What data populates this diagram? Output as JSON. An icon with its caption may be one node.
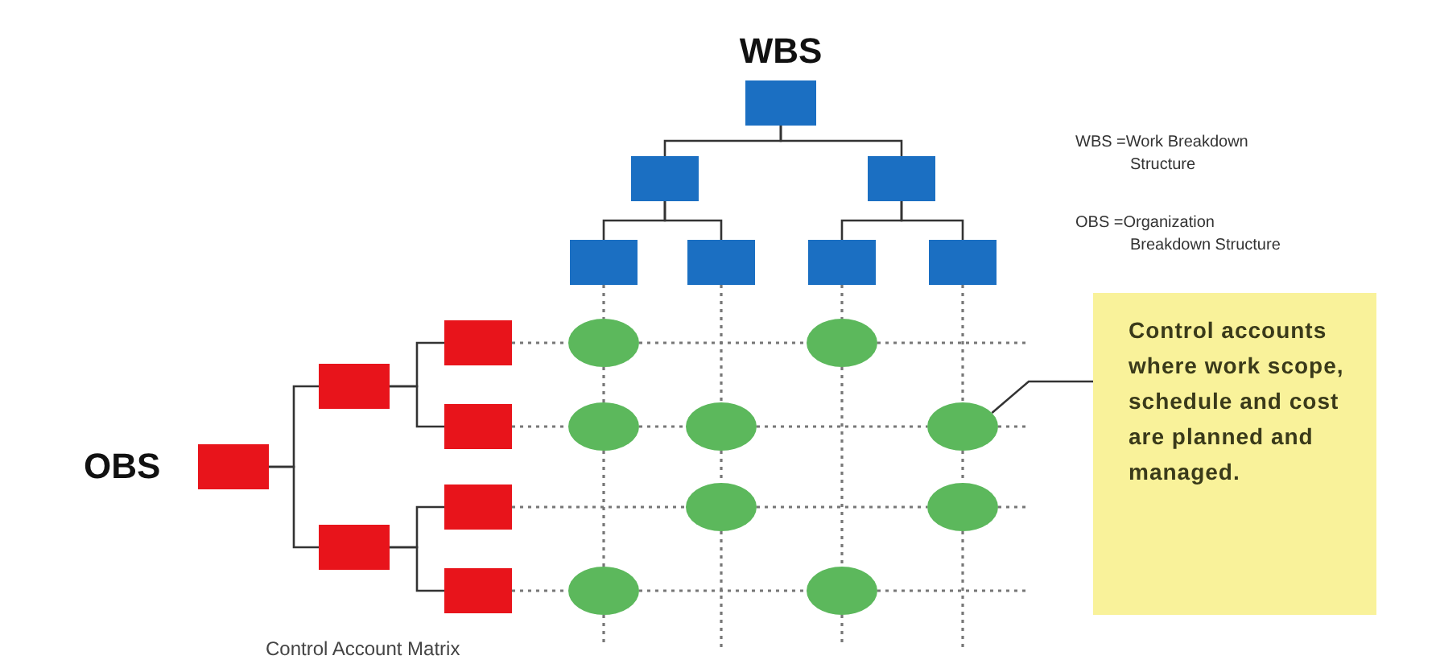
{
  "diagram": {
    "caption": "Control Account Matrix",
    "nodes": [
      {
        "text": [],
        "shape": "box",
        "beside": [
          "WBS"
        ]
      },
      {
        "text": [],
        "shape": "box"
      },
      {
        "text": [],
        "shape": "box"
      },
      {
        "text": [],
        "shape": "box"
      },
      {
        "text": [],
        "shape": "box"
      },
      {
        "text": [],
        "shape": "box"
      },
      {
        "text": [],
        "shape": "box"
      },
      {
        "text": [],
        "shape": "box",
        "beside": [
          "OBS"
        ]
      },
      {
        "text": [],
        "shape": "box"
      },
      {
        "text": [],
        "shape": "box"
      },
      {
        "text": [],
        "shape": "box"
      },
      {
        "text": [],
        "shape": "box"
      },
      {
        "text": [],
        "shape": "box"
      },
      {
        "text": [],
        "shape": "box"
      },
      {
        "text": [],
        "shape": "circle"
      },
      {
        "text": [],
        "shape": "circle"
      },
      {
        "text": [],
        "shape": "circle"
      },
      {
        "text": [],
        "shape": "circle"
      },
      {
        "text": [],
        "shape": "circle"
      },
      {
        "text": [],
        "shape": "circle"
      },
      {
        "text": [],
        "shape": "circle"
      },
      {
        "text": [],
        "shape": "circle"
      },
      {
        "text": [],
        "shape": "circle"
      },
      {
        "text": [
          "Control accounts where work scope, schedule and cost are planned and managed."
        ]
      }
    ],
    "edges": [
      {
        "from": 0,
        "to": 1,
        "arrow": "none"
      },
      {
        "from": 0,
        "to": 2,
        "arrow": "none"
      },
      {
        "from": 1,
        "to": 3,
        "arrow": "none"
      },
      {
        "from": 1,
        "to": 4,
        "arrow": "none"
      },
      {
        "from": 2,
        "to": 5,
        "arrow": "none"
      },
      {
        "from": 2,
        "to": 6,
        "arrow": "none"
      },
      {
        "from": 7,
        "to": 8,
        "arrow": "none"
      },
      {
        "from": 7,
        "to": 9,
        "arrow": "none"
      },
      {
        "from": 8,
        "to": 10,
        "arrow": "none"
      },
      {
        "from": 8,
        "to": 11,
        "arrow": "none"
      },
      {
        "from": 9,
        "to": 12,
        "arrow": "none"
      },
      {
        "from": 9,
        "to": 13,
        "arrow": "none"
      },
      {
        "from": 3,
        "to": 14,
        "arrow": "none",
        "style": "dashed"
      },
      {
        "from": 14,
        "to": 16,
        "arrow": "none",
        "style": "dashed"
      },
      {
        "from": 16,
        "to": 21,
        "arrow": "none",
        "style": "dashed"
      },
      {
        "from": 21,
        "to": null,
        "arrow": "none",
        "style": "dashed"
      },
      {
        "from": 4,
        "to": 17,
        "arrow": "none",
        "style": "dashed"
      },
      {
        "from": 17,
        "to": 19,
        "arrow": "none",
        "style": "dashed"
      },
      {
        "from": 19,
        "to": null,
        "arrow": "none",
        "style": "dashed"
      },
      {
        "from": 5,
        "to": 15,
        "arrow": "none",
        "style": "dashed"
      },
      {
        "from": 15,
        "to": 22,
        "arrow": "none",
        "style": "dashed"
      },
      {
        "from": 22,
        "to": null,
        "arrow": "none",
        "style": "dashed"
      },
      {
        "from": 6,
        "to": 18,
        "arrow": "none",
        "style": "dashed"
      },
      {
        "from": 18,
        "to": 20,
        "arrow": "none",
        "style": "dashed"
      },
      {
        "from": 20,
        "to": null,
        "arrow": "none",
        "style": "dashed"
      },
      {
        "from": 10,
        "to": 14,
        "arrow": "none",
        "style": "dashed"
      },
      {
        "from": 14,
        "to": 15,
        "arrow": "none",
        "style": "dashed"
      },
      {
        "from": 15,
        "to": null,
        "arrow": "none",
        "style": "dashed"
      },
      {
        "from": 11,
        "to": 16,
        "arrow": "none",
        "style": "dashed"
      },
      {
        "from": 16,
        "to": 17,
        "arrow": "none",
        "style": "dashed"
      },
      {
        "from": 17,
        "to": 18,
        "arrow": "none",
        "style": "dashed"
      },
      {
        "from": 18,
        "to": null,
        "arrow": "none",
        "style": "dashed"
      },
      {
        "from": 12,
        "to": 19,
        "arrow": "none",
        "style": "dashed"
      },
      {
        "from": 19,
        "to": 20,
        "arrow": "none",
        "style": "dashed"
      },
      {
        "from": 20,
        "to": null,
        "arrow": "none",
        "style": "dashed"
      },
      {
        "from": 13,
        "to": 21,
        "arrow": "none",
        "style": "dashed"
      },
      {
        "from": 21,
        "to": 22,
        "arrow": "none",
        "style": "dashed"
      },
      {
        "from": 22,
        "to": null,
        "arrow": "none",
        "style": "dashed"
      },
      {
        "from": 23,
        "to": 18,
        "arrow": "none"
      }
    ],
    "labels": [
      "WBS =Work Breakdown Structure",
      "OBS =Organization Breakdown Structure"
    ]
  }
}
